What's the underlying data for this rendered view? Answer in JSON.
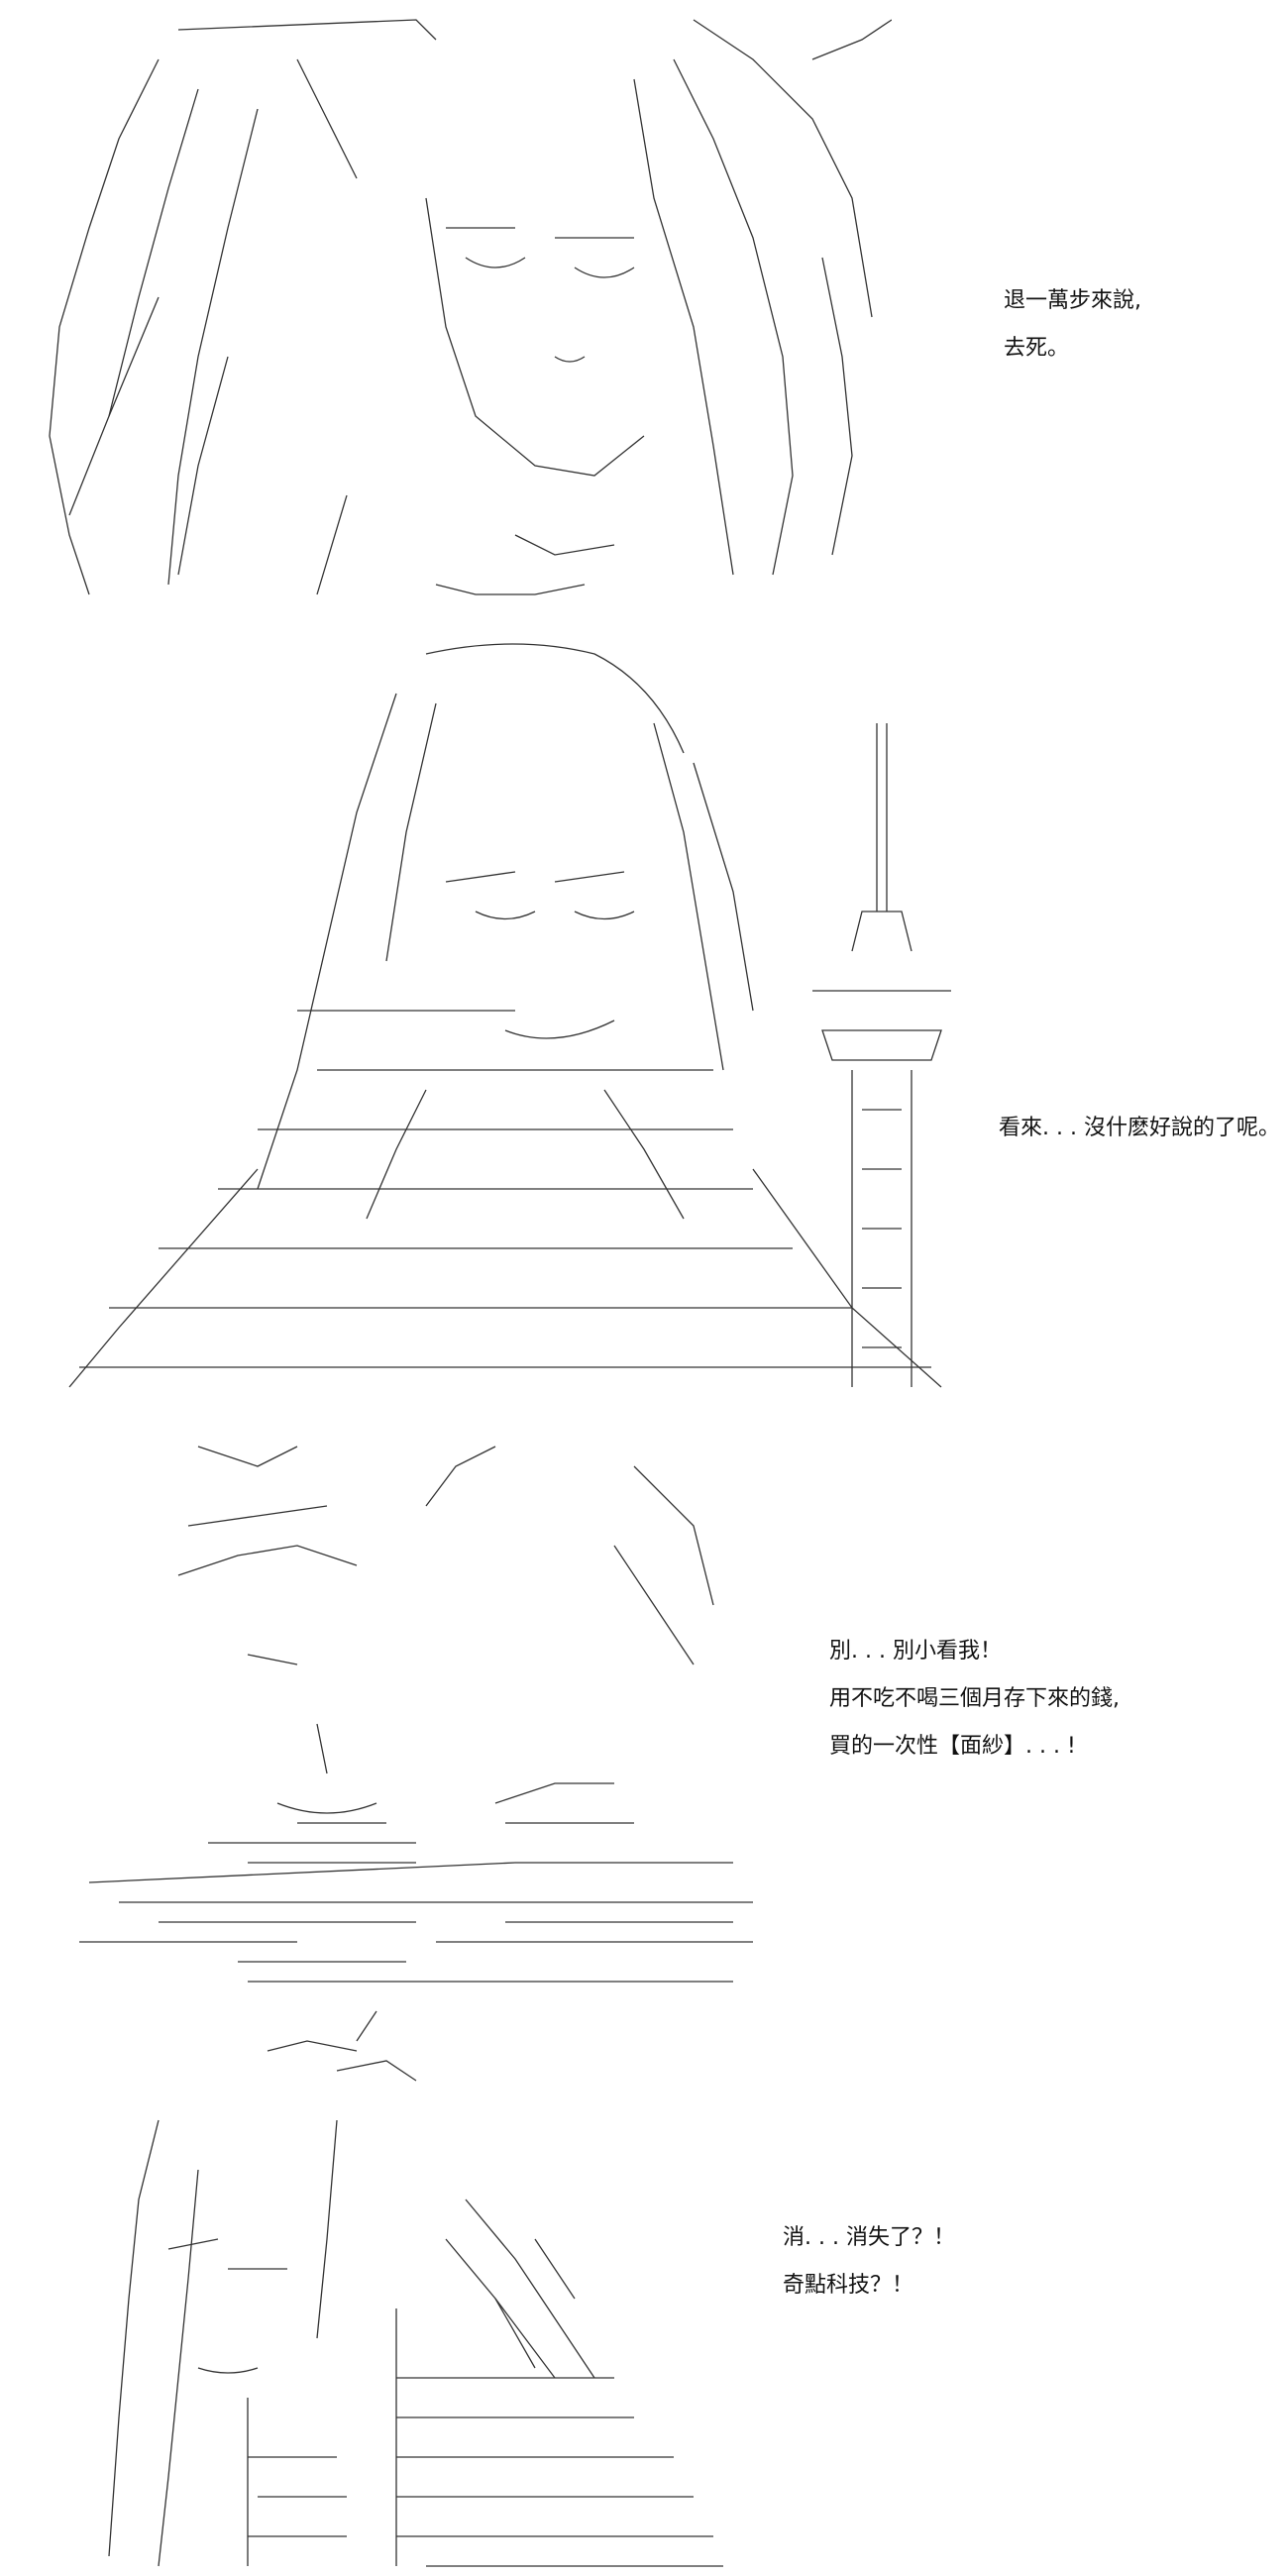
{
  "panels": [
    {
      "id": 1,
      "dialogue": [
        "退一萬步來說,",
        "去死。"
      ]
    },
    {
      "id": 2,
      "dialogue": [
        "看來. . . 沒什麽好說的了呢。"
      ]
    },
    {
      "id": 3,
      "dialogue": [
        "別. . . 別小看我！",
        "用不吃不喝三個月存下來的錢,",
        "買的一次性【面紗】. . . !"
      ]
    },
    {
      "id": 4,
      "dialogue": [
        "消. . . 消失了？！",
        "奇點科技？！"
      ]
    }
  ]
}
